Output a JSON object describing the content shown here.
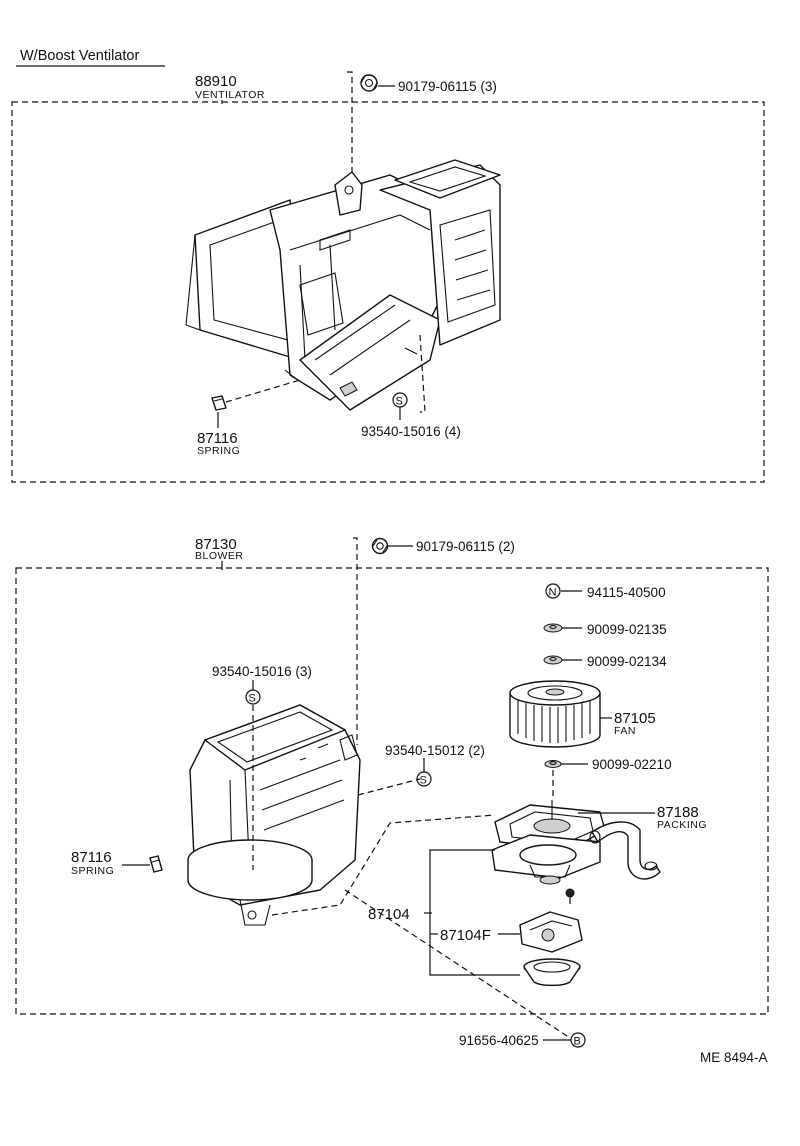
{
  "title": "W/Boost Ventilator",
  "drawing_code": "ME 8494-A",
  "ventilator": {
    "assembly_number": "88910",
    "assembly_name": "VENTILATOR",
    "callouts": {
      "nut_top": "90179-06115 (3)",
      "screw": "93540-15016 (4)",
      "spring_number": "87116",
      "spring_name": "SPRING",
      "screw_symbol": "S"
    }
  },
  "blower": {
    "assembly_number": "87130",
    "assembly_name": "BLOWER",
    "callouts": {
      "nut_top": "90179-06115 (2)",
      "nut_symbol": "94115-40500",
      "nut_symbol_letter": "N",
      "washer_1": "90099-02135",
      "washer_2": "90099-02134",
      "fan_number": "87105",
      "fan_name": "FAN",
      "washer_3": "90099-02210",
      "packing_number": "87188",
      "packing_name": "PACKING",
      "screw_a": "93540-15016 (3)",
      "screw_b": "93540-15012 (2)",
      "screw_symbol": "S",
      "spring_number": "87116",
      "spring_name": "SPRING",
      "motor_number": "87104",
      "motor_sub_number": "87104F",
      "bolt": "91656-40625",
      "bolt_symbol": "B"
    }
  }
}
